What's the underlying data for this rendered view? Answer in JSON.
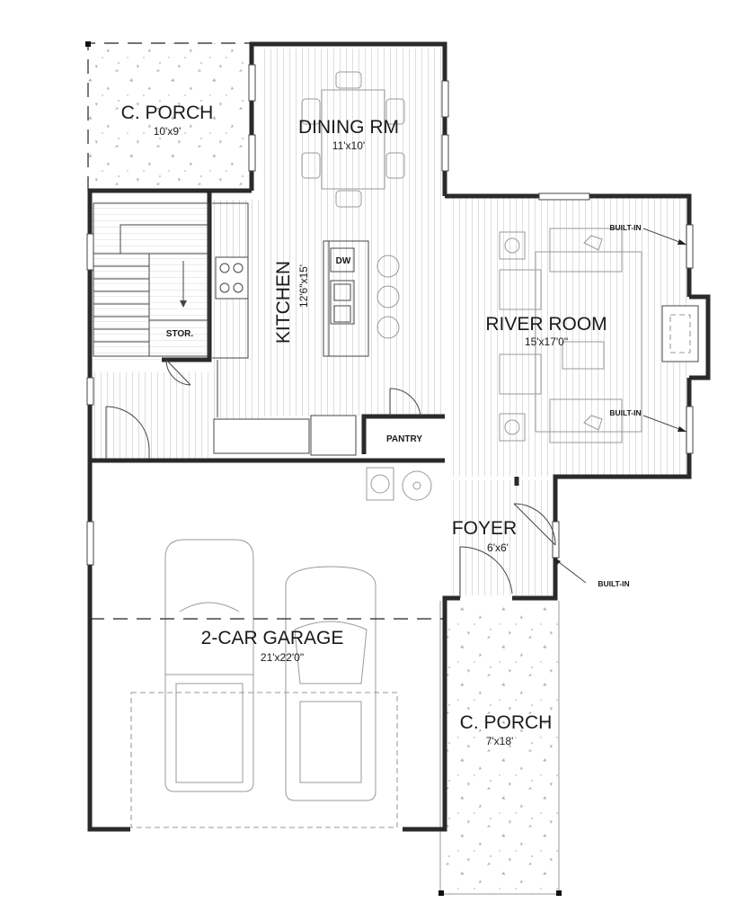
{
  "rooms": {
    "back_porch": {
      "name": "C. PORCH",
      "dim": "10'x9'"
    },
    "dining": {
      "name": "DINING RM",
      "dim": "11'x10'"
    },
    "kitchen": {
      "name": "KITCHEN",
      "dim": "12'6\"x15'"
    },
    "river_room": {
      "name": "RIVER ROOM",
      "dim": "15'x17'0\""
    },
    "foyer": {
      "name": "FOYER",
      "dim": "6'x6'"
    },
    "garage": {
      "name": "2-CAR GARAGE",
      "dim": "21'x22'0\""
    },
    "front_porch": {
      "name": "C. PORCH",
      "dim": "7'x18'"
    }
  },
  "labels": {
    "storage": "STOR.",
    "pantry": "PANTRY",
    "dishwasher": "DW",
    "built_in_top": "BUILT-IN",
    "built_in_mid": "BUILT-IN",
    "built_in_foyer": "BUILT-IN"
  },
  "colors": {
    "wall": "#2a2a2a",
    "line": "#444444",
    "furniture": "#9a9a9a",
    "speckle": "#b5b5b5"
  }
}
